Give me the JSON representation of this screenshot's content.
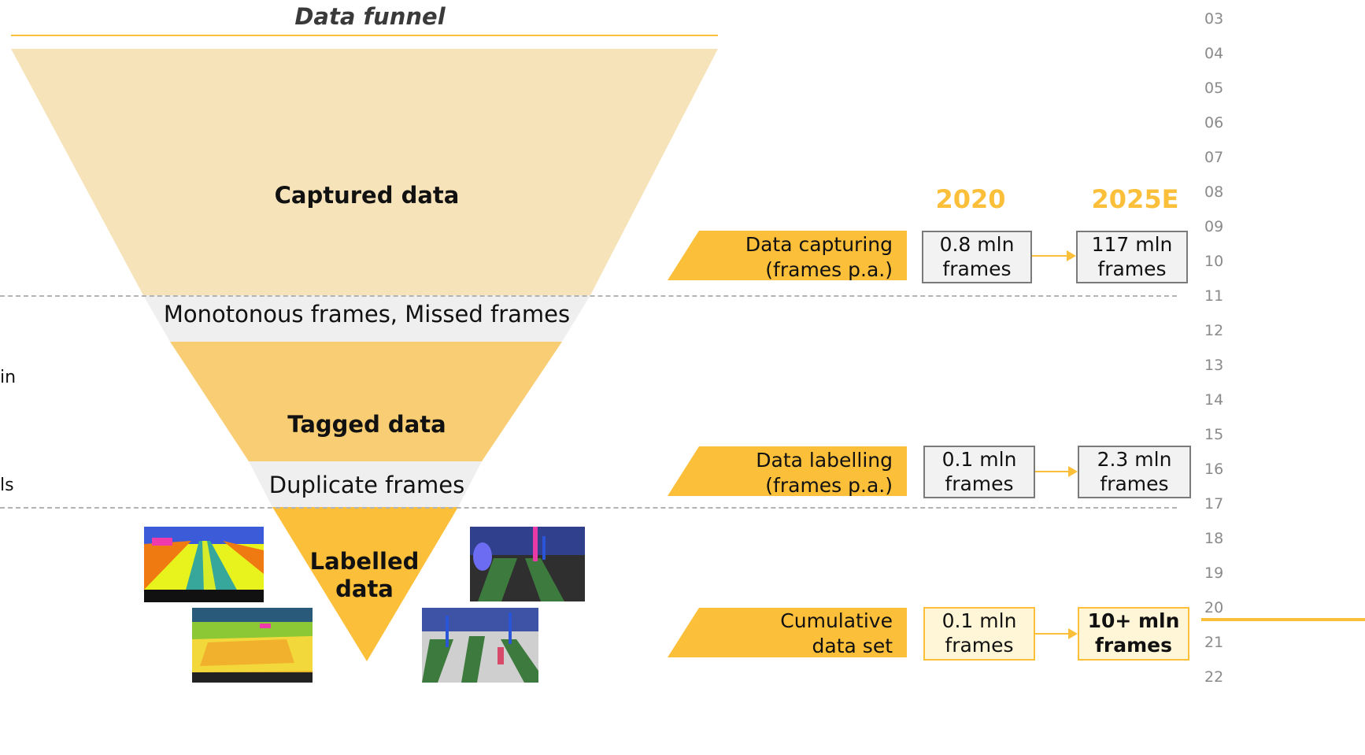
{
  "title": "Data funnel",
  "funnel": {
    "captured": "Captured data",
    "loss1": "Monotonous frames, Missed frames",
    "tagged": "Tagged data",
    "loss2": "Duplicate frames",
    "labelled_line1": "Labelled",
    "labelled_line2": "data"
  },
  "left_cut": {
    "fragment1": "in",
    "fragment2": "ls"
  },
  "years": {
    "start": "2020",
    "end": "2025E"
  },
  "rows": [
    {
      "label_line1": "Data capturing",
      "label_line2": "(frames p.a.)",
      "v2020_line1": "0.8 mln",
      "v2020_line2": "frames",
      "v2025_line1": "117 mln",
      "v2025_line2": "frames"
    },
    {
      "label_line1": "Data labelling",
      "label_line2": "(frames p.a.)",
      "v2020_line1": "0.1 mln",
      "v2020_line2": "frames",
      "v2025_line1": "2.3 mln",
      "v2025_line2": "frames"
    },
    {
      "label_line1": "Cumulative",
      "label_line2": "data set",
      "v2020_line1": "0.1 mln",
      "v2020_line2": "frames",
      "v2025_line1": "10+ mln",
      "v2025_line2": "frames"
    }
  ],
  "row_numbers": [
    "03",
    "04",
    "05",
    "06",
    "07",
    "08",
    "09",
    "10",
    "11",
    "12",
    "13",
    "14",
    "15",
    "16",
    "17",
    "18",
    "19",
    "20",
    "21",
    "22"
  ],
  "colors": {
    "accent": "#fbbf3a",
    "captured_fill": "#f6e3b9",
    "tagged_fill": "#f8cd73",
    "labelled_fill": "#fbbf3a",
    "loss_fill": "#efefef"
  },
  "thumbnails": [
    "segmentation-road-1",
    "segmentation-road-2",
    "segmentation-warehouse-1",
    "segmentation-warehouse-2"
  ]
}
